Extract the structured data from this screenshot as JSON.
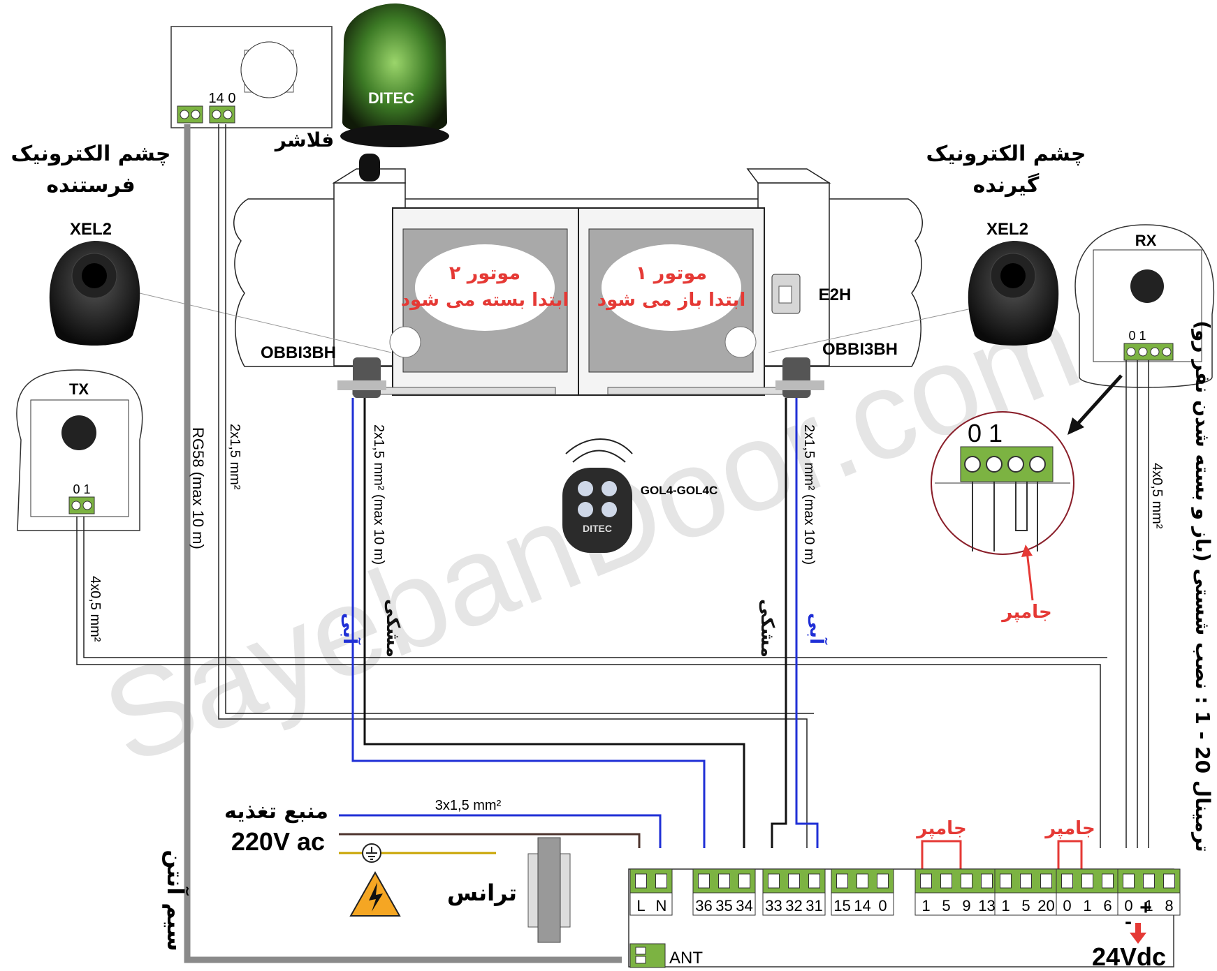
{
  "watermark": "SayebanDoor.com",
  "flasher": {
    "label": "فلاشر",
    "terminals": "14 0",
    "brand": "DITEC"
  },
  "tx_eye": {
    "title_line1": "چشم الکترونیک",
    "title_line2": "فرستنده",
    "model": "XEL2",
    "box": "TX",
    "terminals": "0 1"
  },
  "rx_eye": {
    "title_line1": "چشم الکترونیک",
    "title_line2": "گیرنده",
    "model": "XEL2",
    "box": "RX",
    "terminals": "0 1"
  },
  "motor2": {
    "name": "موتور ۲",
    "desc": "ابتدا بسته می شود",
    "model": "OBBI3BH"
  },
  "motor1": {
    "name": "موتور ۱",
    "desc": "ابتدا باز می شود",
    "model": "OBBI3BH"
  },
  "lock": {
    "model": "E2H"
  },
  "remote": {
    "model": "GOL4-GOL4C",
    "brand": "DITEC"
  },
  "cables": {
    "antenna": "RG58 (max 10 m)",
    "flasher": "2x1,5 mm²",
    "tx": "4x0,5 mm²",
    "motor": "2x1,5 mm² (max 10 m)",
    "rx": "4x0,5 mm²",
    "power": "3x1,5 mm²"
  },
  "colors_text": {
    "blue": "آبی",
    "black": "مشکی"
  },
  "zoom": {
    "terminals": "0 1",
    "jumper": "جامپر"
  },
  "power": {
    "line1": "منبع تغذیه",
    "line2": "220V ac"
  },
  "trans": "ترانس",
  "antenna_label": "سیم آنتن",
  "side_note": "ترمینال 20 - 1 : نصب شستی (باز و بسته شدن نفر رو)",
  "board": {
    "blocks": [
      {
        "labels": [
          "L",
          "N"
        ]
      },
      {
        "labels": [
          "36",
          "35",
          "34"
        ]
      },
      {
        "labels": [
          "33",
          "32",
          "31"
        ]
      },
      {
        "labels": [
          "15",
          "14",
          "0"
        ]
      },
      {
        "labels": [
          "1",
          "5",
          "9",
          "13"
        ]
      },
      {
        "labels": [
          "1",
          "5",
          "20"
        ]
      },
      {
        "labels": [
          "0",
          "1",
          "6"
        ]
      },
      {
        "labels": [
          "0",
          "1",
          "8"
        ]
      }
    ],
    "jumper1": "جامپر",
    "jumper2": "جامپر",
    "ant": "ANT",
    "vdc": "24Vdc",
    "minus": "-",
    "plus": "+"
  },
  "colors": {
    "green": "#7cb342",
    "blue": "#1f2fd6",
    "red": "#e53935",
    "brown": "#4e342e",
    "gray": "#8a8a8a"
  }
}
